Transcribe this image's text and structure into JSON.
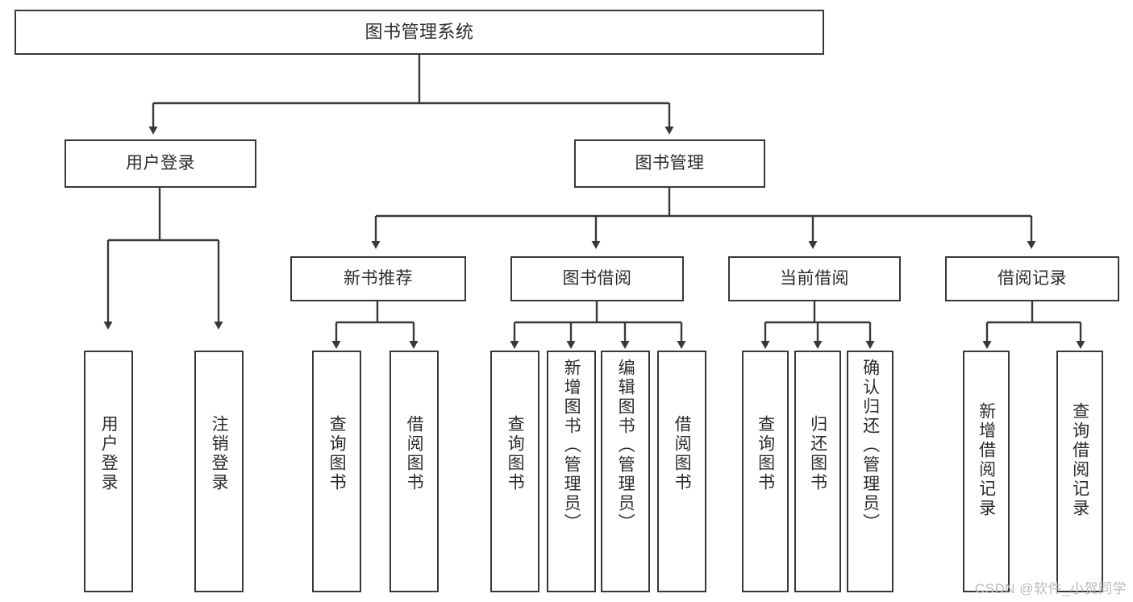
{
  "diagram": {
    "title": "图书管理系统",
    "type": "tree-hierarchy-chart",
    "stroke_color": "#36393b",
    "text_color": "#2c2c2c",
    "background_color": "#ffffff"
  },
  "root": {
    "label": "图书管理系统"
  },
  "level2": [
    {
      "label": "用户登录"
    },
    {
      "label": "图书管理"
    }
  ],
  "level3": [
    {
      "label": "新书推荐"
    },
    {
      "label": "图书借阅"
    },
    {
      "label": "当前借阅"
    },
    {
      "label": "借阅记录"
    }
  ],
  "leaves": {
    "user_login": [
      {
        "label": "用户登录"
      },
      {
        "label": "注销登录"
      }
    ],
    "new_book_recommend": [
      {
        "label": "查询图书"
      },
      {
        "label": "借阅图书"
      }
    ],
    "book_borrow": [
      {
        "label": "查询图书"
      },
      {
        "label": "新增图书（管理员）"
      },
      {
        "label": "编辑图书（管理员）"
      },
      {
        "label": "借阅图书"
      }
    ],
    "current_borrow": [
      {
        "label": "查询图书"
      },
      {
        "label": "归还图书"
      },
      {
        "label": "确认归还（管理员）"
      }
    ],
    "borrow_record": [
      {
        "label": "新增借阅记录"
      },
      {
        "label": "查询借阅记录"
      }
    ]
  },
  "watermark": {
    "text": "CSDN @软件_小贺同学"
  }
}
